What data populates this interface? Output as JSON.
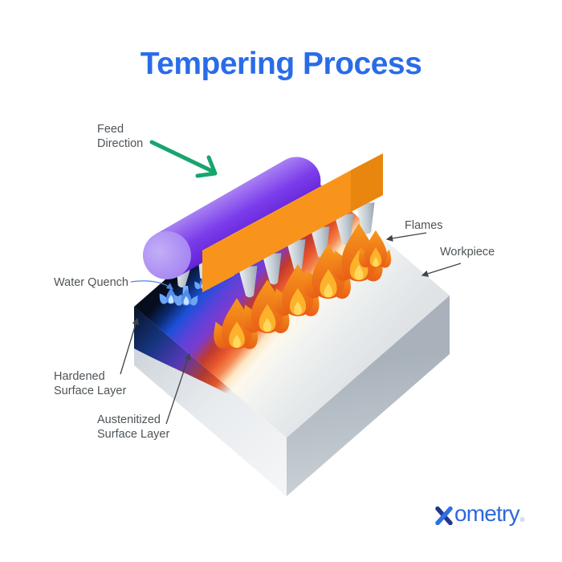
{
  "title": "Tempering Process",
  "labels": {
    "feed_direction": "Feed Direction",
    "water_quench": "Water Quench",
    "flames": "Flames",
    "workpiece": "Workpiece",
    "hardened_layer": "Hardened Surface Layer",
    "austenitized_layer": "Austenitized Surface Layer"
  },
  "logo": {
    "brand": "Xometry",
    "wordmark": "ometry",
    "registered": "®"
  },
  "colors": {
    "title_blue": "#2a6ce8",
    "label_gray": "#4e5458",
    "leader_line": "#3f454b",
    "feed_arrow_green": "#18a56d",
    "quench_line_blue": "#4d87e2",
    "roller_purple": "#7b3deb",
    "roller_cap_purple": "#ab8cf4",
    "burner_orange_front": "#f8941c",
    "burner_orange_top": "#ffb42e",
    "flame_orange": "#f69a1c",
    "flame_yellow": "#fcb22b",
    "flame_core": "#ffd95e",
    "water_blue": "#4f8ef0",
    "hardened_navy": "#081227",
    "austenitized_blue": "#1d50d8",
    "austenitized_purple": "#7c3bce",
    "hot_red": "#e8562b",
    "workpiece_gray": "#dfe3e6",
    "logo_blue": "#2d68dd",
    "logo_navy": "#23368f"
  }
}
